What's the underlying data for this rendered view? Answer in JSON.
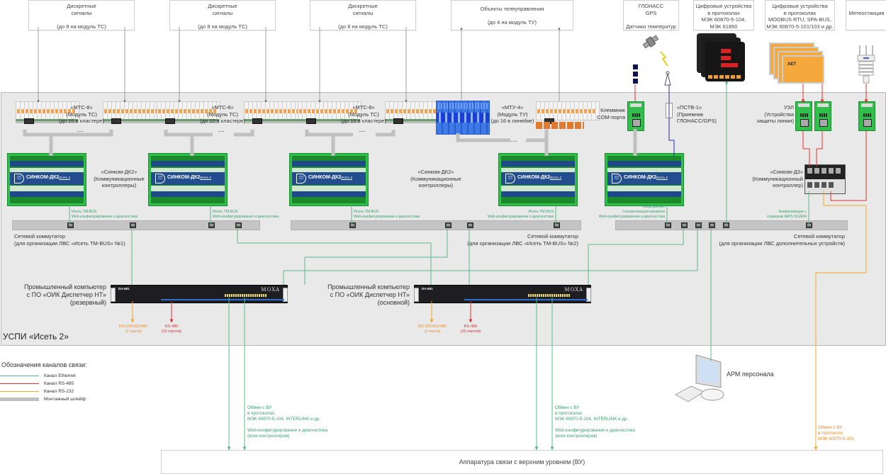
{
  "top_sources": [
    {
      "line1": "Дискретные",
      "line2": "сигналы",
      "line3": "(до 8 на модуль ТС)"
    },
    {
      "line1": "Дискретные",
      "line2": "сигналы",
      "line3": "(до 8 на модуль ТС)"
    },
    {
      "line1": "Дискретные",
      "line2": "сигналы",
      "line3": "(до 8 на модуль ТС)"
    },
    {
      "line1": "Объекты телеуправления",
      "line2": "",
      "line3": "(до 4 на модуль ТУ)"
    },
    {
      "line1": "ГЛОНАСС",
      "line2": "GPS",
      "line3": "Датчики температур"
    },
    {
      "line1": "Цифровые устройства",
      "line2": "в протоколах",
      "line3": "МЭК 60870-5-104,",
      "line4": "МЭК 61850"
    },
    {
      "line1": "Цифровые устройства",
      "line2": "в протоколах",
      "line3": "MODBUS RTU, SPA-BUS,",
      "line4": "МЭК 60870-5-101/103 и др."
    },
    {
      "line1": "Метеостанция"
    }
  ],
  "panel_title": "УСПИ «Исеть 2»",
  "modules": {
    "mts": {
      "line1": "«МТС-8»",
      "line2": "(Модуль ТС)",
      "line3": "(до 10 в кластере)"
    },
    "mtu": {
      "line1": "«МТУ-4»",
      "line2": "(Модуль ТУ)",
      "line3": "(до 16 в линейке)"
    },
    "dk2": {
      "line1": "«Синком-ДК2»",
      "line2": "(Коммуникационные",
      "line3": "контроллеры)"
    },
    "dk2_device_name": "СИНКОМ-ДК2",
    "dk2_device_sub": "Исеть 2",
    "com_terminal": {
      "line1": "Клеммник",
      "line2": "COM-порта"
    },
    "pstv": {
      "line1": "«ПСТВ-1»",
      "line2": "(Приемник",
      "line3": "ГЛОНАСС/GPS)"
    },
    "uzl": {
      "line1": "УЗЛ",
      "line2": "(Устройства",
      "line3": "защиты линии)"
    },
    "d3": {
      "line1": "«Синком-Д3»",
      "line2": "(Коммуникационный",
      "line3": "контроллер)"
    },
    "ellipsis": "…"
  },
  "eth_notes": {
    "tmbus": {
      "line1": "Исеть TM-BUS",
      "line2": "Web-конфигурирование и диагностика"
    },
    "data_in": {
      "line1": "Ввод данных",
      "line2": "Синхронизация времени",
      "line3": "Web-конфигурирование и диагностика"
    },
    "scada": {
      "line1": "Коммуникации с",
      "line2": "сервером ARIS SCADA"
    }
  },
  "switches": [
    {
      "line1": "Сетевой коммутатор",
      "line2": "(для организации ЛВС «Исеть TM-BUS» №1)"
    },
    {
      "line1": "Сетевой коммутатор",
      "line2": "(для организации ЛВС «Исеть TM-BUS» №2)"
    },
    {
      "line1": "Сетевой коммутатор",
      "line2": "(для организации ЛВС дополнительных устройств)"
    }
  ],
  "computers": [
    {
      "line1": "Промышленный компьютер",
      "line2": "с ПО «ОИК Диспетчер НТ»",
      "line3": "(резервный)",
      "model": "DA-681",
      "brand": "MOXA"
    },
    {
      "line1": "Промышленный компьютер",
      "line2": "с ПО «ОИК Диспетчер НТ»",
      "line3": "(основной)",
      "model": "DA-681",
      "brand": "MOXA"
    }
  ],
  "serial_ports": {
    "rs232": {
      "line1": "RS-232/422/485",
      "line2": "(2 порта)"
    },
    "rs485": {
      "line1": "RS-485",
      "line2": "(10 портов)"
    }
  },
  "workstation": "АРМ персонала",
  "vu_notes": {
    "eth": {
      "line1": "Обмен с ВУ",
      "line2": "в протоколах",
      "line3": "МЭК 60870-5-104, INTERLINK и др.",
      "line4": "Web-конфигурирование и диагностика",
      "line5": "(всех контроллеров)"
    },
    "rs232": {
      "line1": "Обмен с ВУ",
      "line2": "в протоколе",
      "line3": "МЭК 60870-5-101"
    }
  },
  "vu_box": "Аппаратура связи с верхним уровнем (ВУ)",
  "legend": {
    "title": "Обозначения каналов связи:",
    "items": [
      {
        "label": "Канал Ethernet",
        "color": "#5cb88a"
      },
      {
        "label": "Канал RS-485",
        "color": "#e83030"
      },
      {
        "label": "Канал RS-232",
        "color": "#f5a623"
      },
      {
        "label": "Монтажный шлейф",
        "color": "#c0c0c0"
      }
    ]
  },
  "colors": {
    "ethernet": "#5cb88a",
    "rs485": "#e83030",
    "rs232": "#f5a623",
    "ribbon": "#c0c0c0",
    "blue_link": "#2a2aa0"
  }
}
